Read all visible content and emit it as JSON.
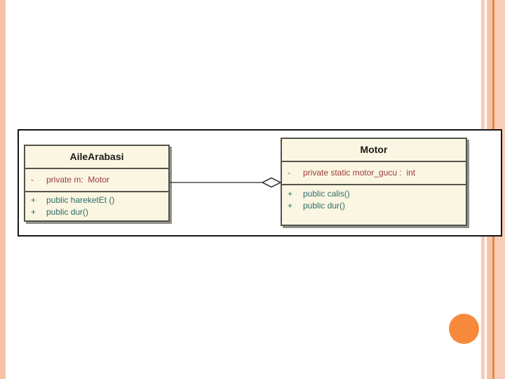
{
  "uml": {
    "classes": [
      {
        "name": "AileArabasi",
        "attributes": [
          {
            "visibility": "-",
            "declaration": "private m:  Motor"
          }
        ],
        "methods": [
          {
            "visibility": "+",
            "declaration": "public hareketEt ()"
          },
          {
            "visibility": "+",
            "declaration": "public dur()"
          }
        ]
      },
      {
        "name": "Motor",
        "attributes": [
          {
            "visibility": "-",
            "declaration": "private static motor_gucu :  int"
          }
        ],
        "methods": [
          {
            "visibility": "+",
            "declaration": "public calis()"
          },
          {
            "visibility": "+",
            "declaration": "public dur()"
          }
        ]
      }
    ],
    "relationship": {
      "type": "aggregation",
      "from": "AileArabasi",
      "to": "Motor",
      "diamond_at": "Motor"
    }
  },
  "colors": {
    "stripe_salmon": "#f6c3a9",
    "stripe_orange_line": "#de8a4b",
    "accent_circle_orange": "#f6893b",
    "class_box_fill": "#faf6e2",
    "class_box_border": "#54544a",
    "attribute_text": "#9c3a38",
    "method_text": "#2e6b66",
    "title_text": "#1a1a1a"
  }
}
